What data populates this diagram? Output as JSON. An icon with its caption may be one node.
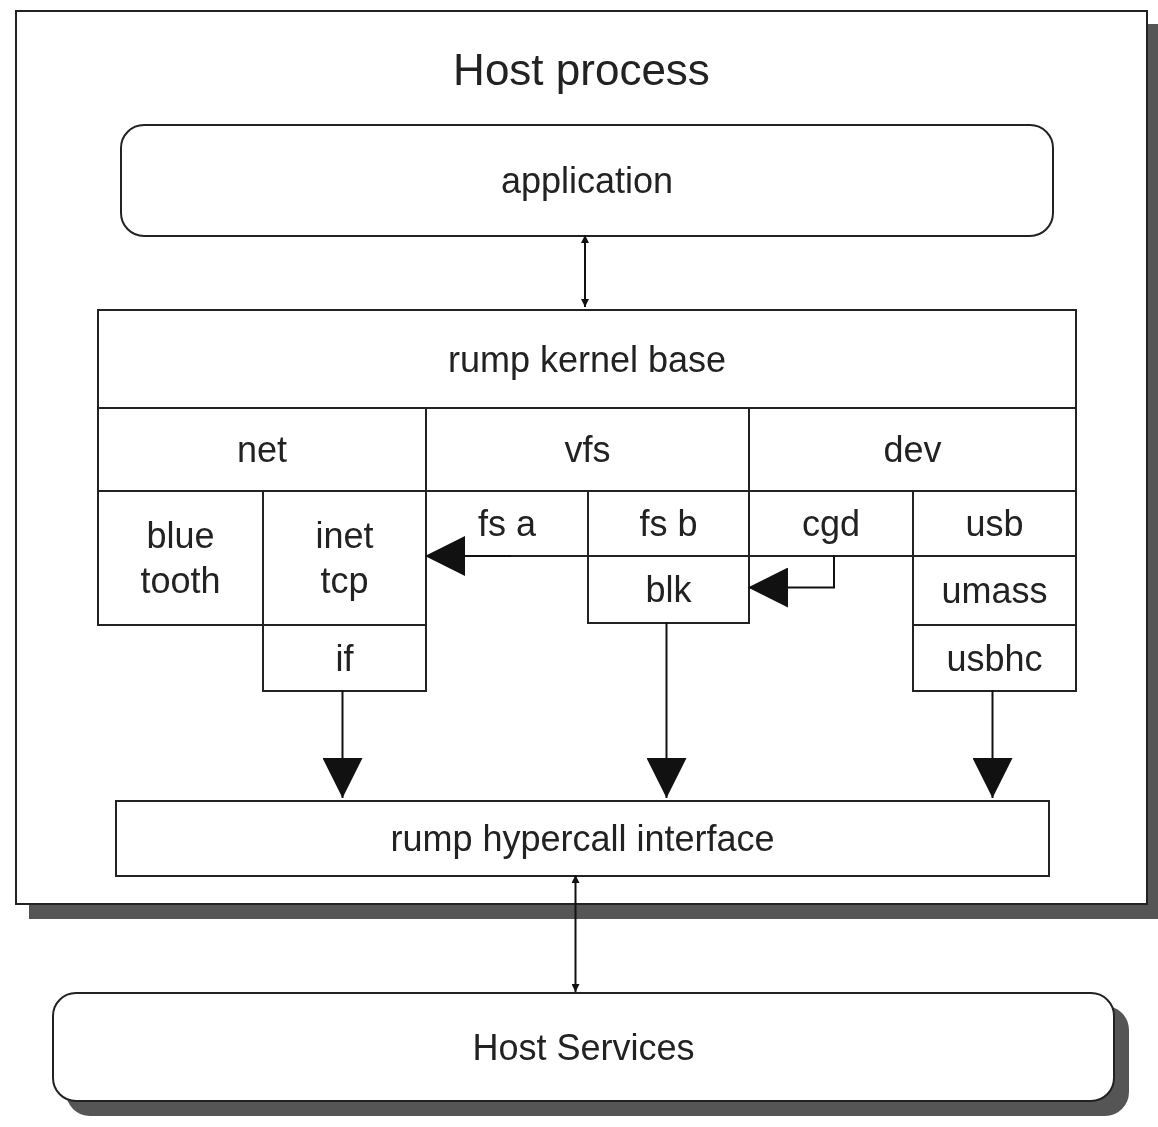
{
  "diagram": {
    "nodes": [
      {
        "text": [
          "Host process"
        ]
      },
      {
        "text": [
          "application"
        ],
        "in": 0
      },
      {
        "text": [
          "rump kernel base"
        ],
        "in": 0
      },
      {
        "text": [
          "net"
        ],
        "in": 0
      },
      {
        "text": [
          "vfs"
        ],
        "in": 0
      },
      {
        "text": [
          "dev"
        ],
        "in": 0
      },
      {
        "text": [
          "blue tooth"
        ],
        "in": 0
      },
      {
        "text": [
          "inet tcp"
        ],
        "in": 0
      },
      {
        "text": [
          "if"
        ],
        "in": 0
      },
      {
        "text": [
          "fs a"
        ],
        "in": 0
      },
      {
        "text": [
          "fs b"
        ],
        "in": 0
      },
      {
        "text": [
          "blk"
        ],
        "in": 0
      },
      {
        "text": [
          "cgd"
        ],
        "in": 0
      },
      {
        "text": [
          "usb"
        ],
        "in": 0
      },
      {
        "text": [
          "umass"
        ],
        "in": 0
      },
      {
        "text": [
          "usbhc"
        ],
        "in": 0
      },
      {
        "text": [
          "rump hypercall interface"
        ],
        "in": 0
      },
      {
        "text": [
          "Host Services"
        ]
      }
    ],
    "edges": [
      {
        "from": 1,
        "to": 2,
        "arrow": "both"
      },
      {
        "from": 9,
        "to": 7,
        "arrow": "to"
      },
      {
        "from": 12,
        "to": 11,
        "arrow": "to"
      },
      {
        "from": 8,
        "to": 16,
        "arrow": "to"
      },
      {
        "from": 11,
        "to": 16,
        "arrow": "to"
      },
      {
        "from": 15,
        "to": 16,
        "arrow": "to"
      },
      {
        "from": 16,
        "to": 17,
        "arrow": "both"
      }
    ]
  }
}
